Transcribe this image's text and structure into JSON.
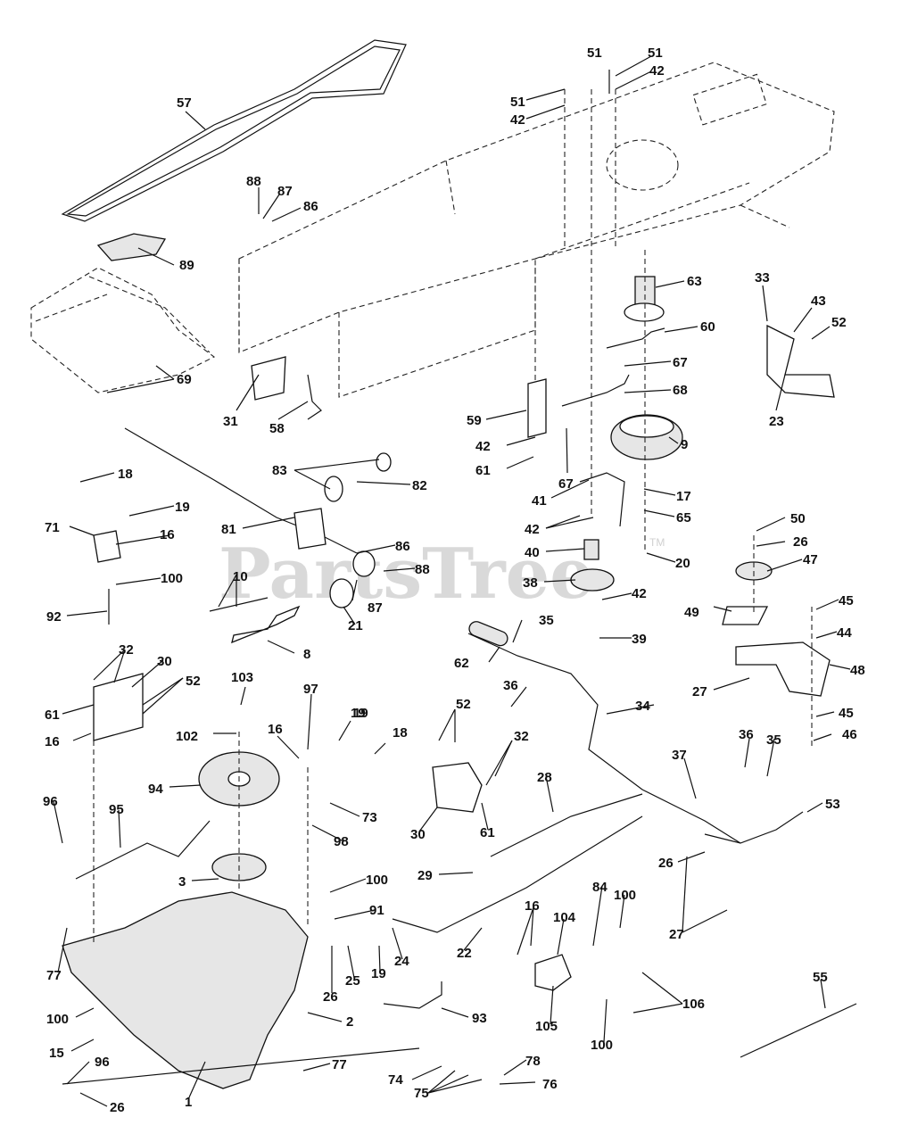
{
  "watermark": {
    "text": "PartsTree",
    "trademark": "TM"
  },
  "callouts": [
    {
      "id": "57",
      "text": "57"
    },
    {
      "id": "51a",
      "text": "51"
    },
    {
      "id": "51b",
      "text": "51"
    },
    {
      "id": "51c",
      "text": "51"
    },
    {
      "id": "42a",
      "text": "42"
    },
    {
      "id": "42b",
      "text": "42"
    },
    {
      "id": "88a",
      "text": "88"
    },
    {
      "id": "87a",
      "text": "87"
    },
    {
      "id": "86a",
      "text": "86"
    },
    {
      "id": "89",
      "text": "89"
    },
    {
      "id": "69",
      "text": "69"
    },
    {
      "id": "63",
      "text": "63"
    },
    {
      "id": "60",
      "text": "60"
    },
    {
      "id": "33",
      "text": "33"
    },
    {
      "id": "43",
      "text": "43"
    },
    {
      "id": "52a",
      "text": "52"
    },
    {
      "id": "67a",
      "text": "67"
    },
    {
      "id": "68",
      "text": "68"
    },
    {
      "id": "23",
      "text": "23"
    },
    {
      "id": "31",
      "text": "31"
    },
    {
      "id": "58",
      "text": "58"
    },
    {
      "id": "59",
      "text": "59"
    },
    {
      "id": "9",
      "text": "9"
    },
    {
      "id": "42c",
      "text": "42"
    },
    {
      "id": "61a",
      "text": "61"
    },
    {
      "id": "67b",
      "text": "67"
    },
    {
      "id": "18a",
      "text": "18"
    },
    {
      "id": "83",
      "text": "83"
    },
    {
      "id": "82",
      "text": "82"
    },
    {
      "id": "19a",
      "text": "19"
    },
    {
      "id": "71",
      "text": "71"
    },
    {
      "id": "16a",
      "text": "16"
    },
    {
      "id": "81",
      "text": "81"
    },
    {
      "id": "86b",
      "text": "86"
    },
    {
      "id": "41",
      "text": "41"
    },
    {
      "id": "17",
      "text": "17"
    },
    {
      "id": "42d",
      "text": "42"
    },
    {
      "id": "65",
      "text": "65"
    },
    {
      "id": "40",
      "text": "40"
    },
    {
      "id": "20",
      "text": "20"
    },
    {
      "id": "100a",
      "text": "100"
    },
    {
      "id": "10",
      "text": "10"
    },
    {
      "id": "88b",
      "text": "88"
    },
    {
      "id": "38",
      "text": "38"
    },
    {
      "id": "42e",
      "text": "42"
    },
    {
      "id": "50",
      "text": "50"
    },
    {
      "id": "26a",
      "text": "26"
    },
    {
      "id": "47",
      "text": "47"
    },
    {
      "id": "92",
      "text": "92"
    },
    {
      "id": "87b",
      "text": "87"
    },
    {
      "id": "21",
      "text": "21"
    },
    {
      "id": "35a",
      "text": "35"
    },
    {
      "id": "39",
      "text": "39"
    },
    {
      "id": "45a",
      "text": "45"
    },
    {
      "id": "49",
      "text": "49"
    },
    {
      "id": "44",
      "text": "44"
    },
    {
      "id": "8",
      "text": "8"
    },
    {
      "id": "62",
      "text": "62"
    },
    {
      "id": "32a",
      "text": "32"
    },
    {
      "id": "30a",
      "text": "30"
    },
    {
      "id": "48",
      "text": "48"
    },
    {
      "id": "103",
      "text": "103"
    },
    {
      "id": "97",
      "text": "97"
    },
    {
      "id": "36a",
      "text": "36"
    },
    {
      "id": "34",
      "text": "34"
    },
    {
      "id": "52b",
      "text": "52"
    },
    {
      "id": "19b",
      "text": "19"
    },
    {
      "id": "61b",
      "text": "61"
    },
    {
      "id": "27a",
      "text": "27"
    },
    {
      "id": "45b",
      "text": "45"
    },
    {
      "id": "16b",
      "text": "16"
    },
    {
      "id": "102",
      "text": "102"
    },
    {
      "id": "19c",
      "text": "19"
    },
    {
      "id": "16c",
      "text": "16"
    },
    {
      "id": "18b",
      "text": "18"
    },
    {
      "id": "52c",
      "text": "52"
    },
    {
      "id": "32b",
      "text": "32"
    },
    {
      "id": "46",
      "text": "46"
    },
    {
      "id": "36b",
      "text": "36"
    },
    {
      "id": "35b",
      "text": "35"
    },
    {
      "id": "37",
      "text": "37"
    },
    {
      "id": "94",
      "text": "94"
    },
    {
      "id": "73",
      "text": "73"
    },
    {
      "id": "96a",
      "text": "96"
    },
    {
      "id": "28",
      "text": "28"
    },
    {
      "id": "61c",
      "text": "61"
    },
    {
      "id": "30b",
      "text": "30"
    },
    {
      "id": "95",
      "text": "95"
    },
    {
      "id": "98",
      "text": "98"
    },
    {
      "id": "53",
      "text": "53"
    },
    {
      "id": "26b",
      "text": "26"
    },
    {
      "id": "29",
      "text": "29"
    },
    {
      "id": "3",
      "text": "3"
    },
    {
      "id": "100b",
      "text": "100"
    },
    {
      "id": "84",
      "text": "84"
    },
    {
      "id": "27b",
      "text": "27"
    },
    {
      "id": "91",
      "text": "91"
    },
    {
      "id": "16d",
      "text": "16"
    },
    {
      "id": "104",
      "text": "104"
    },
    {
      "id": "100c",
      "text": "100"
    },
    {
      "id": "22",
      "text": "22"
    },
    {
      "id": "24",
      "text": "24"
    },
    {
      "id": "77a",
      "text": "77"
    },
    {
      "id": "26c",
      "text": "26"
    },
    {
      "id": "25",
      "text": "25"
    },
    {
      "id": "19d",
      "text": "19"
    },
    {
      "id": "93",
      "text": "93"
    },
    {
      "id": "106",
      "text": "106"
    },
    {
      "id": "55",
      "text": "55"
    },
    {
      "id": "100d",
      "text": "100"
    },
    {
      "id": "2",
      "text": "2"
    },
    {
      "id": "105",
      "text": "105"
    },
    {
      "id": "100e",
      "text": "100"
    },
    {
      "id": "15",
      "text": "15"
    },
    {
      "id": "96b",
      "text": "96"
    },
    {
      "id": "77b",
      "text": "77"
    },
    {
      "id": "78",
      "text": "78"
    },
    {
      "id": "74",
      "text": "74"
    },
    {
      "id": "76",
      "text": "76"
    },
    {
      "id": "75",
      "text": "75"
    },
    {
      "id": "1",
      "text": "1"
    },
    {
      "id": "26d",
      "text": "26"
    }
  ]
}
